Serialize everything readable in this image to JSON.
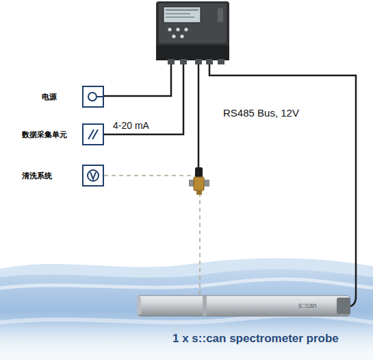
{
  "diagram": {
    "nodes": [
      {
        "text": [
          "电源"
        ]
      },
      {
        "text": [
          "数据采集单元"
        ]
      },
      {
        "text": [
          "清洗系统"
        ]
      },
      {
        "text": [
          "s::can",
          "1 x s::can spectrometer probe"
        ]
      }
    ],
    "edges": [
      {
        "from": 2,
        "to": 3,
        "arrow": "none"
      }
    ],
    "labels": [
      "4-20 mA",
      "RS485 Bus, 12V"
    ]
  }
}
